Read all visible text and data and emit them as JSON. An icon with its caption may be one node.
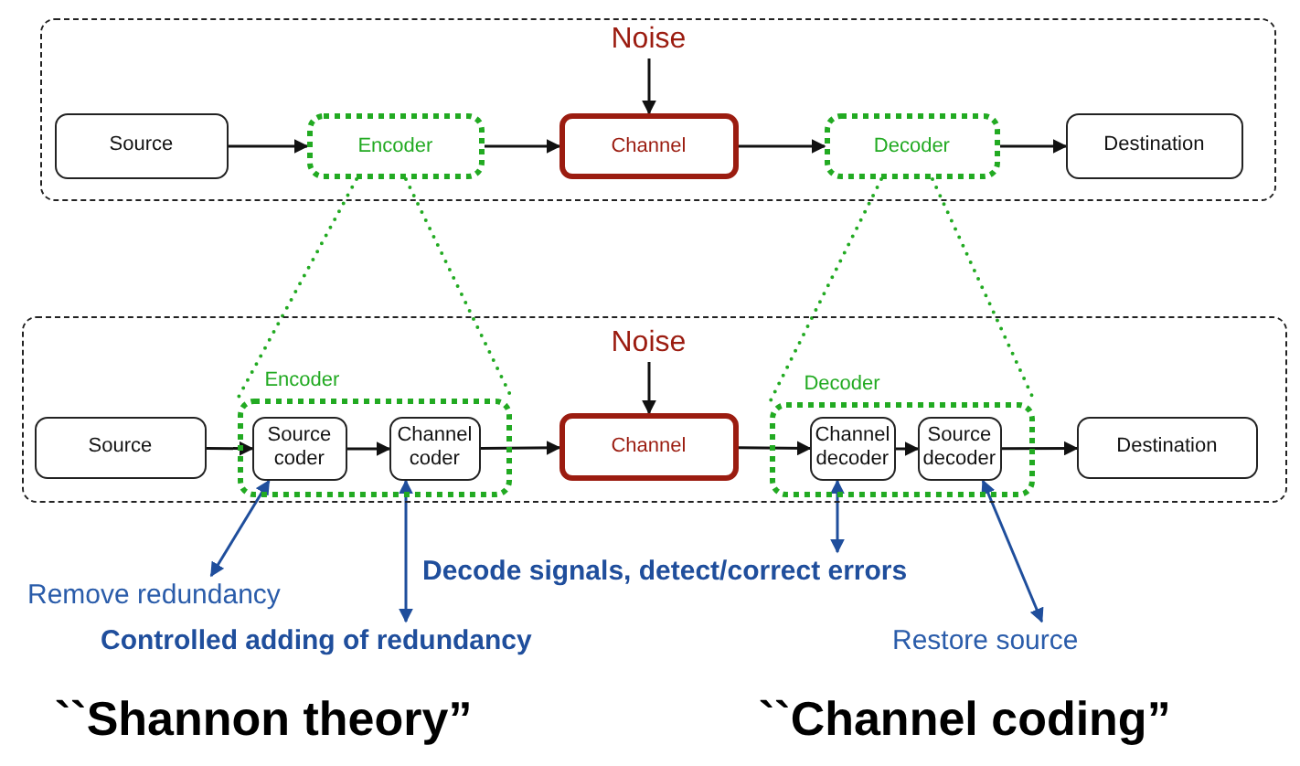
{
  "diagram": {
    "nodes": [
      {
        "text": [],
        "shape": "box"
      },
      {
        "text": [
          "Source"
        ],
        "in": 0
      },
      {
        "text": [
          "Encoder"
        ],
        "in": 0
      },
      {
        "text": [
          "Channel"
        ],
        "in": 0
      },
      {
        "text": [
          "Decoder"
        ],
        "in": 0
      },
      {
        "text": [
          "Destination"
        ],
        "in": 0
      },
      {
        "text": [
          "Noise"
        ],
        "in": 0
      },
      {
        "text": [],
        "shape": "box"
      },
      {
        "text": [
          "Source"
        ],
        "in": 7
      },
      {
        "text": [
          "Encoder"
        ],
        "in": 7
      },
      {
        "text": [
          "Source coder"
        ],
        "in": 9
      },
      {
        "text": [
          "Channel coder"
        ],
        "in": 9
      },
      {
        "text": [
          "Channel"
        ],
        "in": 7
      },
      {
        "text": [
          "Noise"
        ],
        "in": 7
      },
      {
        "text": [
          "Decoder"
        ],
        "in": 7
      },
      {
        "text": [
          "Channel decoder"
        ],
        "in": 14
      },
      {
        "text": [
          "Source decoder"
        ],
        "in": 14
      },
      {
        "text": [
          "Destination"
        ],
        "in": 7
      },
      {
        "text": [
          "Remove redundancy"
        ]
      },
      {
        "text": [
          "Controlled adding of redundancy"
        ]
      },
      {
        "text": [
          "Decode signals, detect/correct errors"
        ]
      },
      {
        "text": [
          "Restore source"
        ]
      }
    ],
    "edges": [
      {
        "from": 1,
        "to": 2,
        "arrow": "to"
      },
      {
        "from": 2,
        "to": 3,
        "arrow": "to"
      },
      {
        "from": 6,
        "to": 3,
        "arrow": "to"
      },
      {
        "from": 3,
        "to": 4,
        "arrow": "to"
      },
      {
        "from": 4,
        "to": 5,
        "arrow": "to"
      },
      {
        "from": 8,
        "to": 10,
        "arrow": "to"
      },
      {
        "from": 10,
        "to": 11,
        "arrow": "to"
      },
      {
        "from": 11,
        "to": 12,
        "arrow": "to"
      },
      {
        "from": 13,
        "to": 12,
        "arrow": "to"
      },
      {
        "from": 12,
        "to": 15,
        "arrow": "to"
      },
      {
        "from": 15,
        "to": 16,
        "arrow": "to"
      },
      {
        "from": 16,
        "to": 17,
        "arrow": "to"
      },
      {
        "from": 2,
        "to": 9,
        "arrow": "none",
        "style": "dashed",
        "color": "#22aa22"
      },
      {
        "from": 2,
        "to": 9,
        "arrow": "none",
        "style": "dashed",
        "color": "#22aa22"
      },
      {
        "from": 4,
        "to": 14,
        "arrow": "none",
        "style": "dashed",
        "color": "#22aa22"
      },
      {
        "from": 4,
        "to": 14,
        "arrow": "none",
        "style": "dashed",
        "color": "#22aa22"
      },
      {
        "from": 18,
        "to": 10,
        "arrow": "both",
        "color": "#1f4e9c"
      },
      {
        "from": 19,
        "to": 11,
        "arrow": "both",
        "color": "#1f4e9c"
      },
      {
        "from": 20,
        "to": 15,
        "arrow": "both",
        "color": "#1f4e9c"
      },
      {
        "from": 21,
        "to": 16,
        "arrow": "both",
        "color": "#1f4e9c"
      }
    ],
    "labels": [
      "``Shannon theory”",
      "``Channel coding”"
    ]
  }
}
